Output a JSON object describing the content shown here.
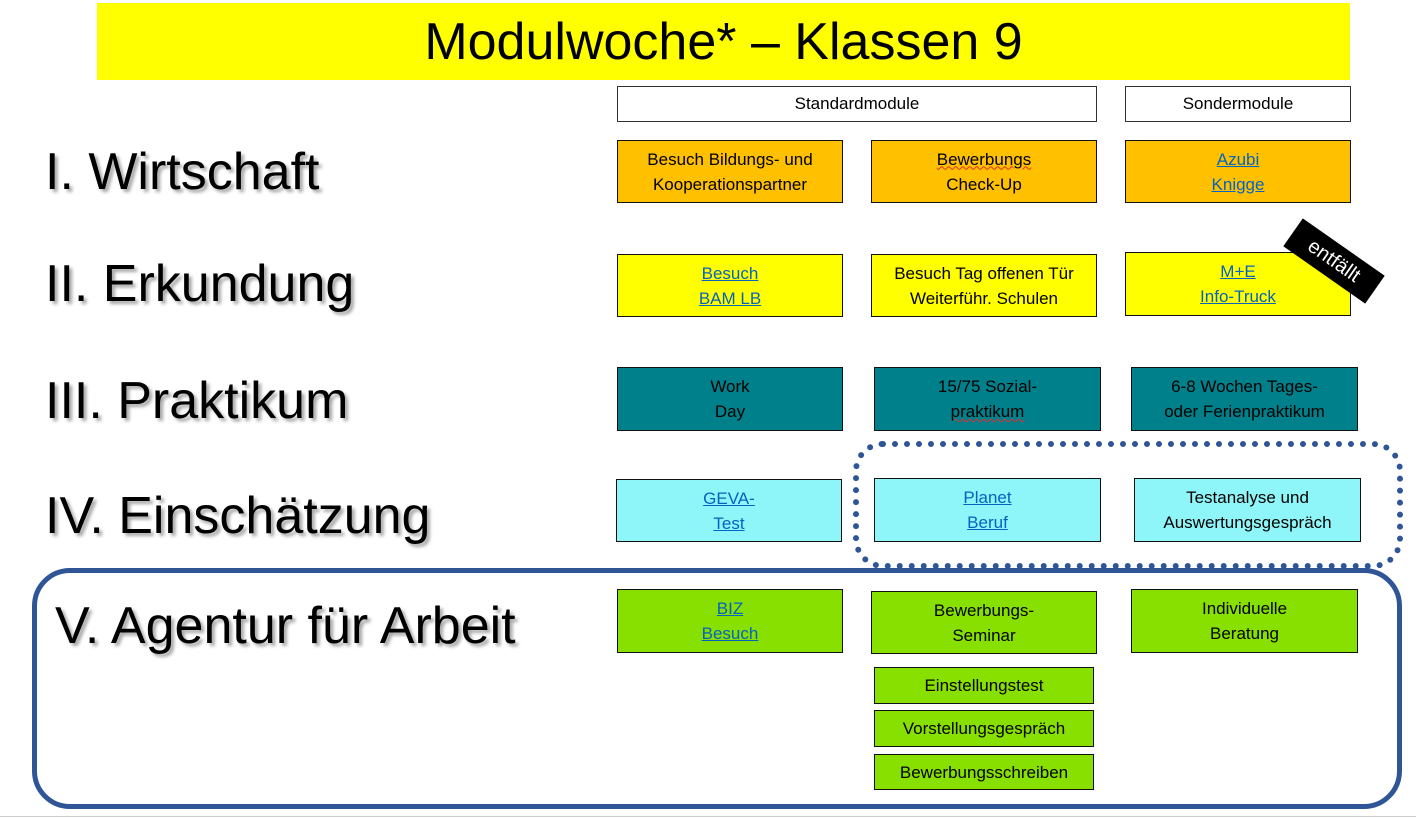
{
  "title": "Modulwoche* – Klassen 9",
  "column_headers": {
    "standard": "Standardmodule",
    "special": "Sondermodule"
  },
  "rows": [
    {
      "label": "I. Wirtschaft",
      "modules": [
        {
          "lines": [
            "Besuch Bildungs- und",
            "Kooperationspartner"
          ],
          "link": false
        },
        {
          "lines": [
            "Bewerbungs",
            "Check-Up"
          ],
          "link": false
        },
        {
          "lines": [
            "Azubi",
            "Knigge"
          ],
          "link": true
        }
      ]
    },
    {
      "label": "II. Erkundung",
      "modules": [
        {
          "lines": [
            "Besuch",
            "BAM LB"
          ],
          "link": true
        },
        {
          "lines": [
            "Besuch Tag offenen Tür",
            "Weiterführ. Schulen"
          ],
          "link": false
        },
        {
          "lines": [
            "M+E",
            "Info-Truck"
          ],
          "link": true,
          "badge": "entfällt"
        }
      ]
    },
    {
      "label": "III. Praktikum",
      "modules": [
        {
          "lines": [
            "Work",
            "Day"
          ],
          "link": false
        },
        {
          "lines": [
            "15/75 Sozial-",
            "praktikum"
          ],
          "link": false
        },
        {
          "lines": [
            "6-8 Wochen Tages-",
            "oder Ferienpraktikum"
          ],
          "link": false
        }
      ]
    },
    {
      "label": "IV. Einschätzung",
      "modules": [
        {
          "lines": [
            "GEVA-",
            "Test"
          ],
          "link": true
        },
        {
          "lines": [
            "Planet",
            "Beruf"
          ],
          "link": true
        },
        {
          "lines": [
            "Testanalyse und",
            "Auswertungsgespräch"
          ],
          "link": false
        }
      ]
    },
    {
      "label": "V. Agentur für Arbeit",
      "modules": [
        {
          "lines": [
            "BIZ",
            "Besuch"
          ],
          "link": true
        },
        {
          "lines": [
            "Bewerbungs-",
            "Seminar"
          ],
          "link": false
        },
        {
          "lines": [
            "Individuelle",
            "Beratung"
          ],
          "link": false
        }
      ],
      "sub_modules": [
        "Einstellungstest",
        "Vorstellungsgespräch",
        "Bewerbungsschreiben"
      ]
    }
  ],
  "colors": {
    "orange": "#FFC000",
    "yellow": "#FFFF00",
    "teal": "#00808A",
    "cyan": "#8EF6F8",
    "green": "#88E000",
    "frame": "#2F5597",
    "link": "#0563C1"
  }
}
